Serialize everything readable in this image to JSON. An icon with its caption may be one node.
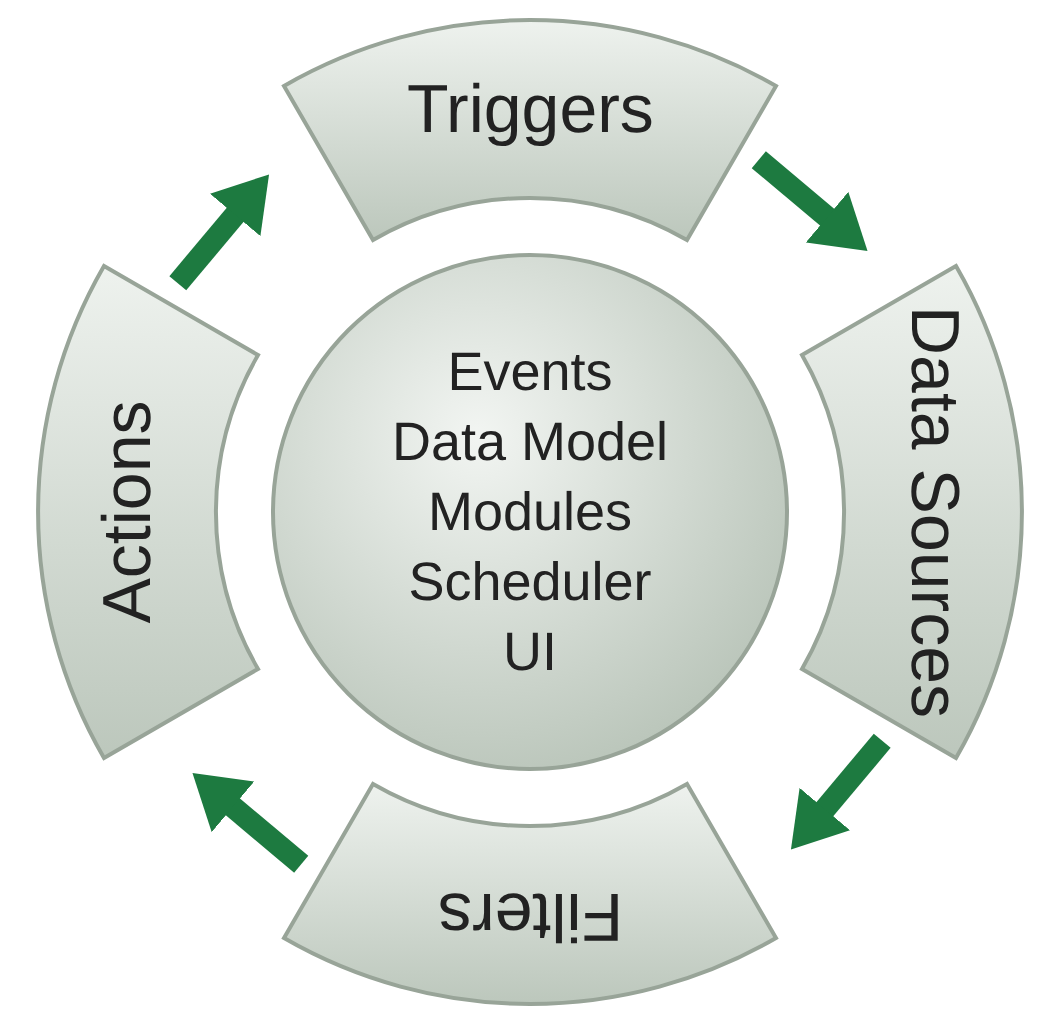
{
  "diagram": {
    "nodes": [
      {
        "text": [
          "Events",
          "Data Model",
          "Modules",
          "Scheduler",
          "UI"
        ]
      },
      {
        "text": [
          "Triggers"
        ]
      },
      {
        "text": [
          "Data Sources"
        ]
      },
      {
        "text": [
          "Filters"
        ]
      },
      {
        "text": [
          "Actions"
        ]
      }
    ],
    "edges": [
      {
        "from": 1,
        "to": 2,
        "arrow": "to"
      },
      {
        "from": 2,
        "to": 3,
        "arrow": "to"
      },
      {
        "from": 3,
        "to": 4,
        "arrow": "to"
      },
      {
        "from": 4,
        "to": 1,
        "arrow": "to"
      }
    ]
  }
}
